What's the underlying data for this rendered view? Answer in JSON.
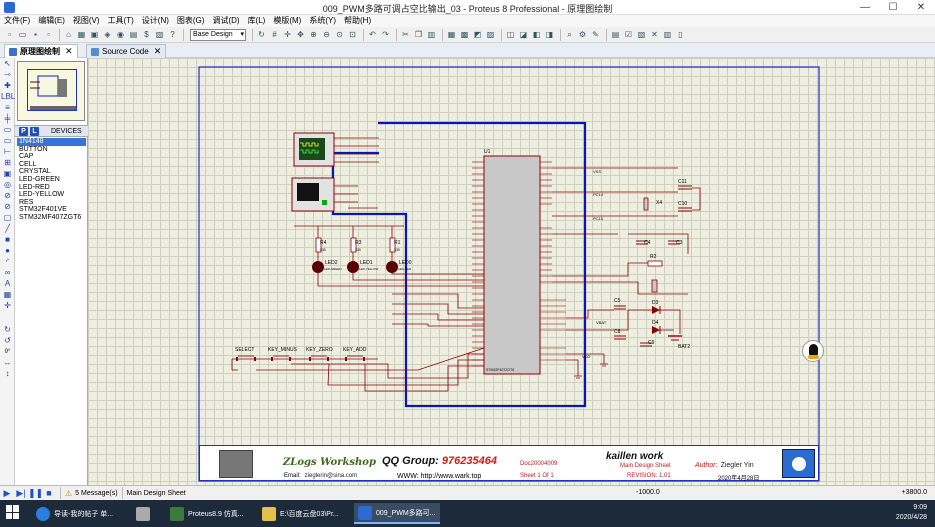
{
  "window": {
    "title": "009_PWM多路可调占空比输出_03 - Proteus 8 Professional - 原理图绘制",
    "buttons": [
      "—",
      "☐",
      "✕"
    ]
  },
  "menu": [
    "文件(F)",
    "编辑(E)",
    "视图(V)",
    "工具(T)",
    "设计(N)",
    "图表(G)",
    "调试(D)",
    "库(L)",
    "模版(M)",
    "系统(Y)",
    "帮助(H)"
  ],
  "toolbar": {
    "combo_value": "Base Design"
  },
  "tabs": [
    {
      "label": "原理图绘制",
      "active": true
    },
    {
      "label": "Source Code",
      "active": false
    }
  ],
  "devices": {
    "header_p": "P",
    "header_l": "L",
    "title": "DEVICES",
    "items": [
      "1N4148",
      "BUTTON",
      "CAP",
      "CELL",
      "CRYSTAL",
      "LED-GREEN",
      "LED-RED",
      "LED-YELLOW",
      "RES",
      "STM32F401VE",
      "STM32MF407ZGT6"
    ],
    "selected_index": 0
  },
  "schematic": {
    "ic_label": "U1",
    "ic_part": "STM32F407ZGT6",
    "resistors": [
      {
        "ref": "R4",
        "val": "330"
      },
      {
        "ref": "R3",
        "val": "330"
      },
      {
        "ref": "R1",
        "val": "330"
      },
      {
        "ref": "R2",
        "val": "10k"
      }
    ],
    "leds": [
      {
        "ref": "LED2",
        "type": "LED-GREEN"
      },
      {
        "ref": "LED1",
        "type": "LED-YELLOW"
      },
      {
        "ref": "LED0",
        "type": "LED-RED"
      }
    ],
    "buttons": [
      "SELECT",
      "KEY_MINUS",
      "KEY_ZERO",
      "KEY_ADD"
    ],
    "caps": [
      "C11",
      "C10",
      "C4",
      "C3",
      "C5",
      "C8",
      "C9"
    ],
    "diodes": [
      "D3",
      "D4"
    ],
    "crystal": "X4",
    "battery": "BAT2",
    "net_labels_right": [
      "VSS",
      "PC14",
      "PC15",
      "VDD",
      "VBAT"
    ]
  },
  "titleblock": {
    "logo": "ZLogs Workshop",
    "qq_label": "QQ Group:",
    "qq_number": "976235464",
    "email_label": "Email:",
    "email": "zieglerin@sina.com",
    "www": "WWW: http://www.wark.top",
    "doc": "Doc20004009",
    "sheet": "Sheet 1  Of 1",
    "brand": "kaillen work",
    "design_sheet": "Main Design Sheet",
    "revision": "REVISION: 1.01",
    "author_label": "Author:",
    "author": "Ziegler Yin",
    "date": "2020年4月28日"
  },
  "statusbar": {
    "messages": "5 Message(s)",
    "sheet": "Main Design Sheet",
    "coord_x": "-1000.0",
    "coord_y": "+3800.0"
  },
  "taskbar": {
    "items": [
      "导读-我的帖子 单...",
      "Proteus8.9 仿真...",
      "E:\\百度云盘03\\Pr...",
      "009_PWM多路可..."
    ],
    "active_index": 3,
    "time": "9:09",
    "date": "2020/4/28"
  },
  "colors": {
    "wire_bus": "#0a16b0",
    "component": "#8b0000",
    "grid_bg": "#efefe1",
    "selected": "#3874d8"
  }
}
